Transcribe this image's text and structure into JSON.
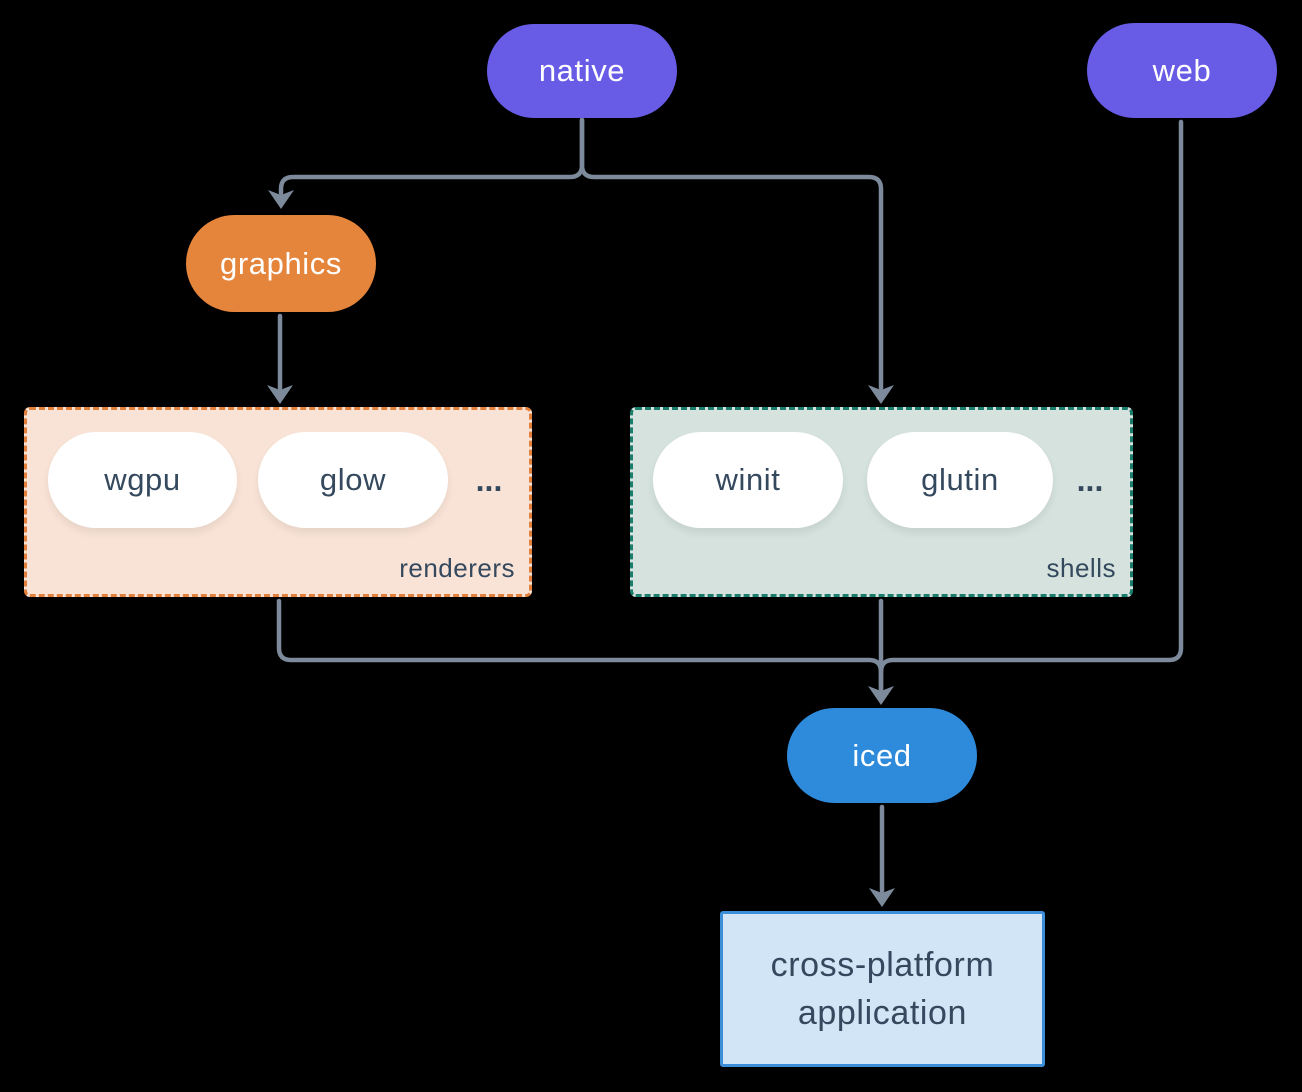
{
  "colors": {
    "background": "#000000",
    "connector": "#7c8a9c",
    "purple": "#685ce7",
    "orange": "#e5853c",
    "blue": "#2e8ada",
    "dark-text": "#35495e",
    "white-pill": "#ffffff",
    "renderers-fill": "#f9e3d6",
    "renderers-border": "#e2813d",
    "shells-fill": "#d5e2de",
    "shells-border": "#1b7d6b",
    "app-fill": "#d2e5f6",
    "app-border": "#3d8ed9"
  },
  "nodes": {
    "native": "native",
    "web": "web",
    "graphics": "graphics",
    "iced": "iced",
    "application_lines": [
      "cross-platform",
      "application"
    ]
  },
  "groups": {
    "renderers": {
      "label": "renderers",
      "items": [
        "wgpu",
        "glow"
      ],
      "more": "..."
    },
    "shells": {
      "label": "shells",
      "items": [
        "winit",
        "glutin"
      ],
      "more": "..."
    }
  }
}
